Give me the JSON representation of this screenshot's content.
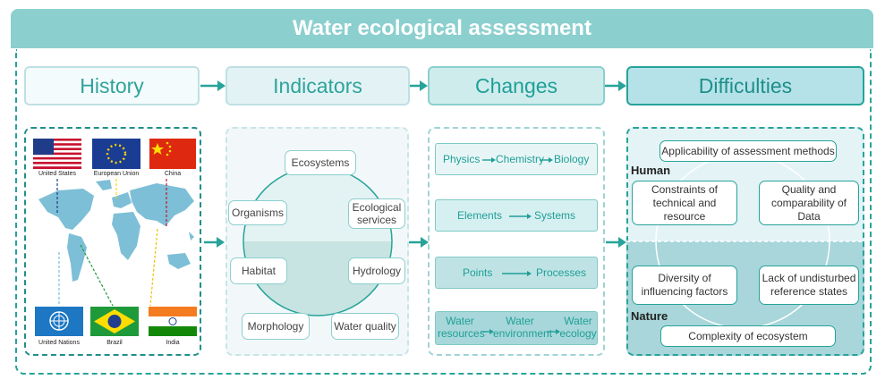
{
  "title": "Water ecological assessment",
  "stages": [
    "History",
    "Indicators",
    "Changes",
    "Difficulties"
  ],
  "history": {
    "flags": [
      "United States",
      "European Union",
      "China",
      "United Nations",
      "Brazil",
      "India"
    ]
  },
  "indicators": {
    "items": [
      "Ecosystems",
      "Organisms",
      "Ecological services",
      "Habitat",
      "Hydrology",
      "Morphology",
      "Water quality"
    ]
  },
  "changes": {
    "row1": [
      "Physics",
      "Chemistry",
      "Biology"
    ],
    "row2": [
      "Elements",
      "Systems"
    ],
    "row3": [
      "Points",
      "Processes"
    ],
    "row4": [
      "Water resources",
      "Water environment",
      "Water ecology"
    ]
  },
  "difficulties": {
    "human_label": "Human",
    "nature_label": "Nature",
    "items": [
      "Applicability of assessment methods",
      "Constraints of technical and resource",
      "Quality and comparability of Data",
      "Diversity of influencing factors",
      "Lack of undisturbed reference states",
      "Complexity of ecosystem"
    ]
  },
  "colors": {
    "banner": "#8ccfcf",
    "accent": "#27a39a",
    "map": "#7dbfd6"
  }
}
